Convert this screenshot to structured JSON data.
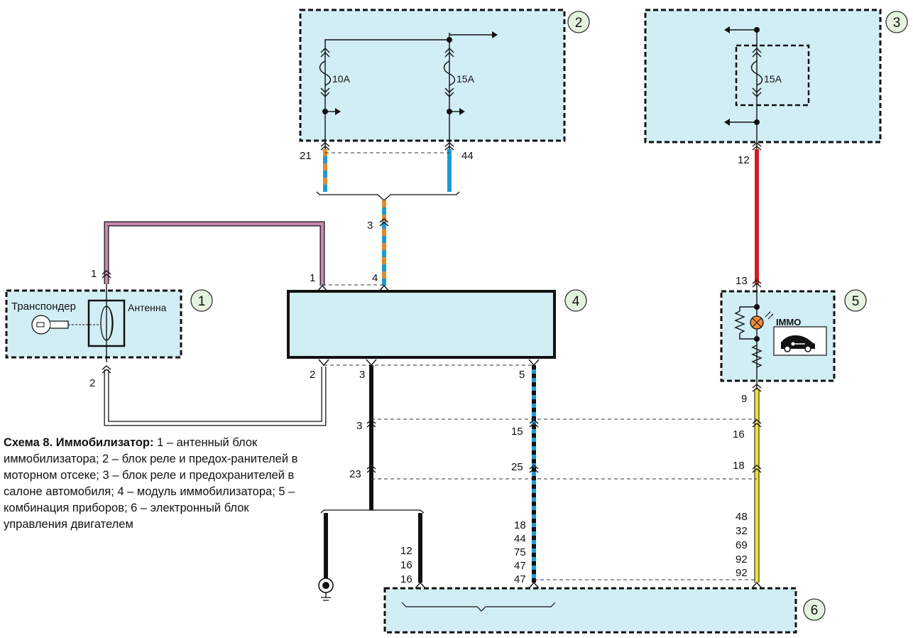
{
  "labels": {
    "transponder": "Транспондер",
    "antenna": "Антенна",
    "fuse_10a": "10A",
    "fuse_15a_block2": "15A",
    "fuse_15a_block3": "15A",
    "immo": "IMMO"
  },
  "block_numbers": [
    "1",
    "2",
    "3",
    "4",
    "5",
    "6"
  ],
  "pins": {
    "b1_top": "1",
    "b1_bottom": "2",
    "b2_pin21": "21",
    "b2_pin44": "44",
    "splice_pin3": "3",
    "m4_pin1": "1",
    "m4_pin4": "4",
    "m4_pin2": "2",
    "m4_pin3": "3",
    "m4_pin5": "5",
    "b3_pin12": "12",
    "b5_pin13": "13",
    "b5_pin9": "9",
    "c_black_3": "3",
    "c_black_23": "23",
    "c_blue_15": "15",
    "c_blue_25": "25",
    "c_yellow_16": "16",
    "c_yellow_18": "18",
    "ecu_black_pins": [
      "12",
      "16",
      "16"
    ],
    "ecu_blue_pins": [
      "18",
      "44",
      "75",
      "47",
      "47"
    ],
    "ecu_yellow_pins": [
      "48",
      "32",
      "69",
      "92",
      "92"
    ]
  },
  "caption": {
    "title": "Схема 8. Иммобилизатор:",
    "text": " 1 – антенный блок иммобилизатора; 2 – блок реле и предох-ранителей в моторном отсеке; 3 – блок реле и предохранителей в салоне автомобиля; 4 – модуль иммобилизатора; 5 – комбинация приборов; 6 – электронный блок управления двигателем"
  },
  "colors": {
    "block_fill": "#d2eef5",
    "wire_pink": "#c98ab0",
    "wire_orange": "#e08a2a",
    "wire_blue": "#1e9ad6",
    "wire_red": "#cc1f2a",
    "wire_yellow": "#f1e33a",
    "wire_black": "#111111",
    "lamp_orange": "#f08a3a",
    "number_circle": "#e4f3df"
  }
}
